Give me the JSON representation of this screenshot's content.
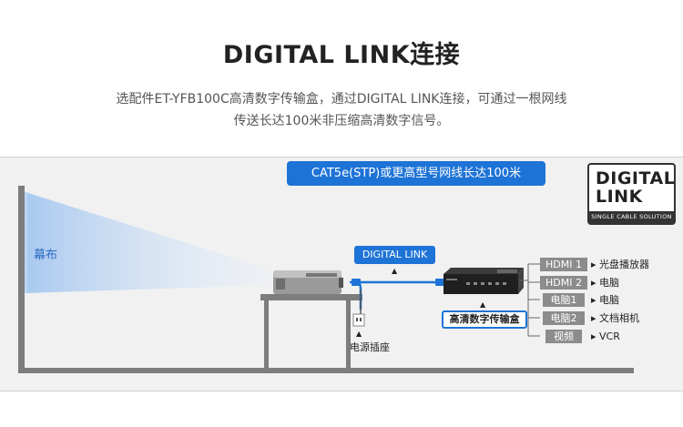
{
  "header": {
    "title": "DIGITAL LINK连接",
    "desc_line1": "选配件ET-YFB100C高清数字传输盒，通过DIGITAL LINK连接，可通过一根网线",
    "desc_line2": "传送长达100米非压缩高清数字信号。"
  },
  "diagram": {
    "cable_banner": "CAT5e(STP)或更高型号网线长达100米",
    "logo": {
      "line1": "DIGITAL",
      "line2": "LINK",
      "tagline": "SINGLE CABLE SOLUTION"
    },
    "screen_label": "幕布",
    "digital_link_tag": "DIGITAL LINK",
    "transmitter_tag": "高清数字传输盒",
    "outlet_label": "电源插座",
    "inputs": [
      {
        "port": "HDMI 1",
        "device": "光盘播放器"
      },
      {
        "port": "HDMI 2",
        "device": "电脑"
      },
      {
        "port": "电脑1",
        "device": "电脑"
      },
      {
        "port": "电脑2",
        "device": "文档相机"
      },
      {
        "port": "视频",
        "device": "VCR"
      }
    ]
  },
  "colors": {
    "accent": "#1e73d6",
    "port_gray": "#8c8c8c",
    "frame": "#7d7d7d"
  }
}
